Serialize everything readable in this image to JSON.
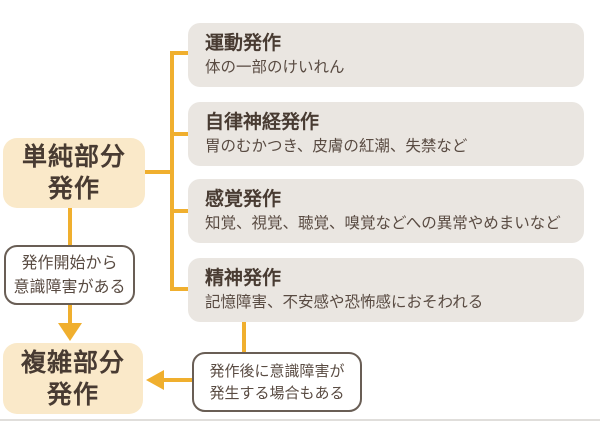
{
  "palette": {
    "cream_box_bg": "#FAE9C9",
    "gray_box_bg": "#EAE6E1",
    "connector_yellow": "#F0AF2E",
    "title_text": "#483B32",
    "body_text": "#594B42",
    "white_box_border": "#695E55",
    "bottom_rule": "#E0DEDB"
  },
  "nodes": {
    "simple": {
      "line1": "単純部分",
      "line2": "発作"
    },
    "condition": {
      "line1": "発作開始から",
      "line2": "意識障害がある"
    },
    "complex": {
      "line1": "複雑部分",
      "line2": "発作"
    },
    "callout": {
      "line1": "発作後に意識障害が",
      "line2": "発生する場合もある"
    }
  },
  "branches": [
    {
      "title": "運動発作",
      "desc": "体の一部のけいれん"
    },
    {
      "title": "自律神経発作",
      "desc": "胃のむかつき、皮膚の紅潮、失禁など"
    },
    {
      "title": "感覚発作",
      "desc": "知覚、視覚、聴覚、嗅覚などへの異常やめまいなど"
    },
    {
      "title": "精神発作",
      "desc": "記憶障害、不安感や恐怖感におそわれる"
    }
  ]
}
